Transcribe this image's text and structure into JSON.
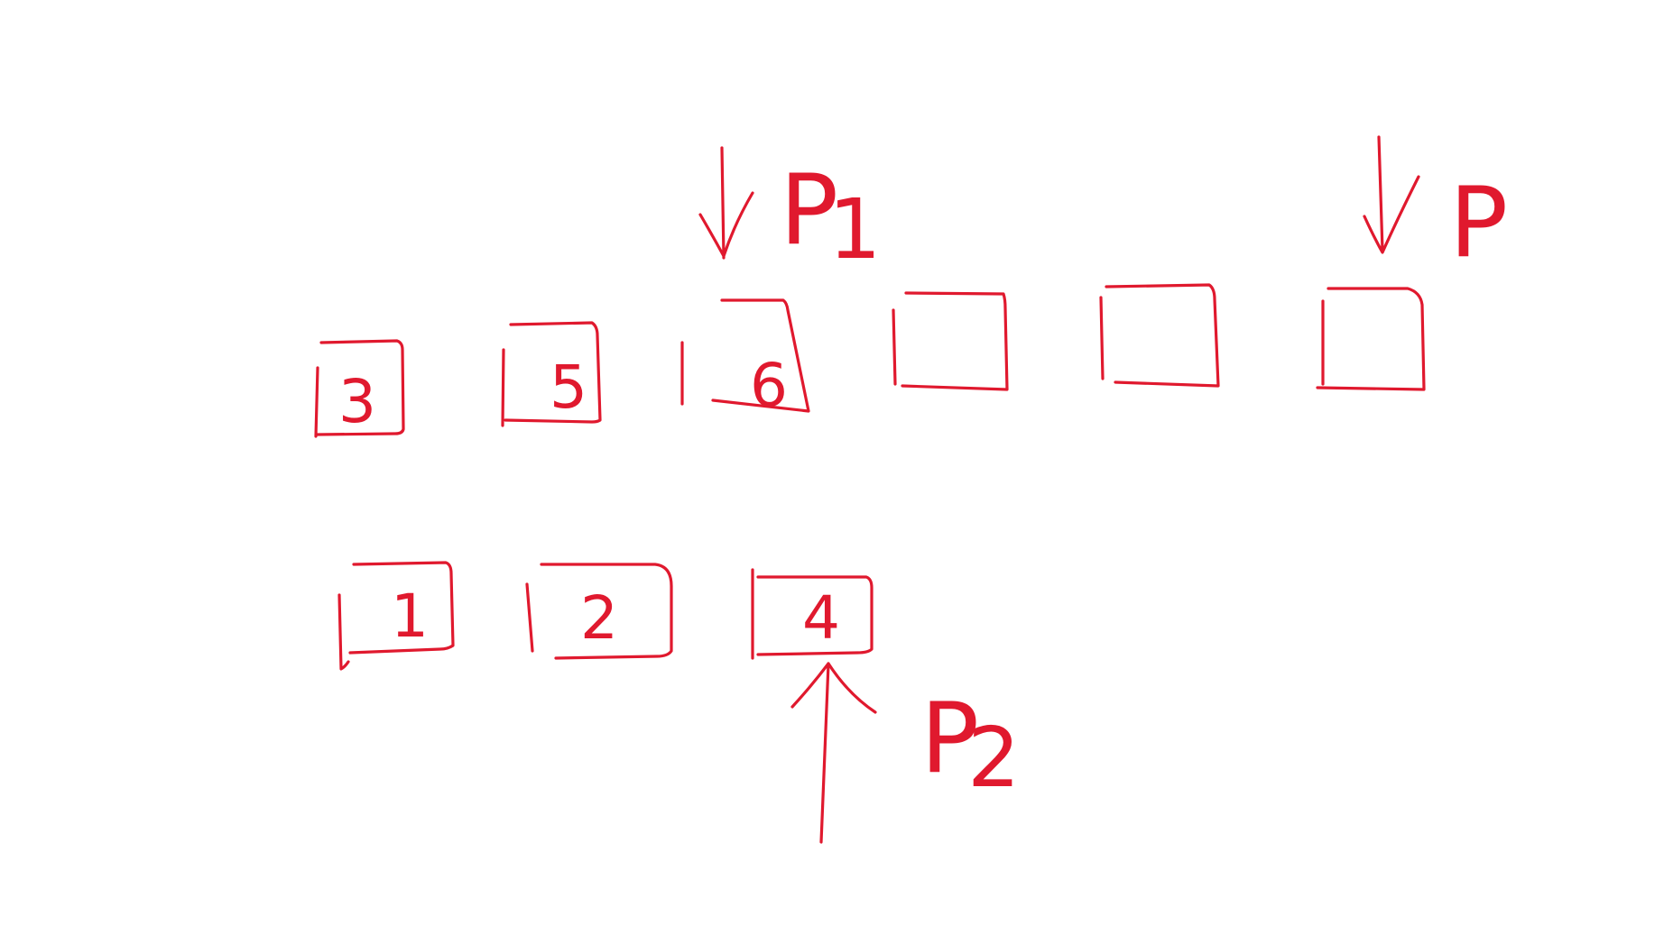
{
  "ink_color": "#e0192e",
  "background_color": "#ffffff",
  "array_top": {
    "cells": [
      "3",
      "5",
      "6",
      "",
      "",
      ""
    ]
  },
  "array_bottom": {
    "cells": [
      "1",
      "2",
      "4"
    ]
  },
  "pointers": {
    "p1": {
      "letter": "P",
      "subscript": "1",
      "points_to": "array_top.cells.2"
    },
    "p": {
      "letter": "P",
      "subscript": "",
      "points_to": "array_top.cells.5"
    },
    "p2": {
      "letter": "P",
      "subscript": "2",
      "points_to": "array_bottom.cells.2"
    }
  }
}
